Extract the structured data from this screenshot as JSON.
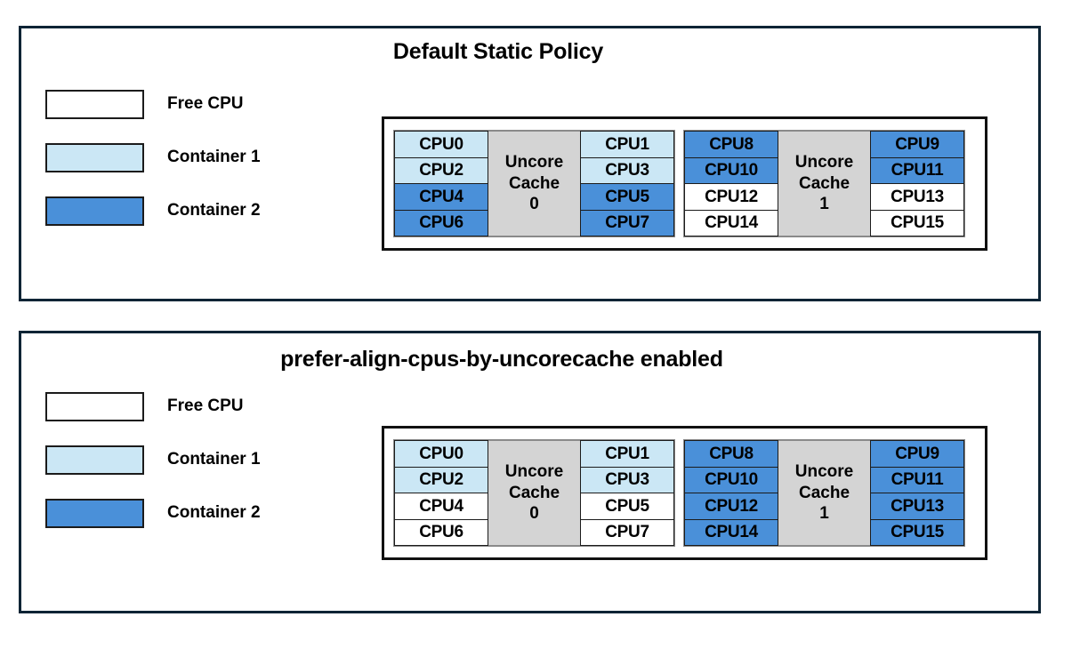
{
  "legend": {
    "items": [
      {
        "label": "Free CPU",
        "state": "free",
        "color": "#ffffff"
      },
      {
        "label": "Container 1",
        "state": "c1",
        "color": "#cbe7f5"
      },
      {
        "label": "Container 2",
        "state": "c2",
        "color": "#4a90d9"
      }
    ]
  },
  "colors": {
    "panel_border": "#0d2435",
    "diagram_border": "#111111",
    "cache_fill": "#d4d4d4",
    "cell_border": "#1b1b1b",
    "free": "#ffffff",
    "container_1": "#cbe7f5",
    "container_2": "#4a90d9"
  },
  "panels": [
    {
      "title": "Default Static Policy",
      "groups": [
        {
          "cache_line_1": "Uncore",
          "cache_line_2": "Cache",
          "cache_index": "0",
          "left_column": [
            {
              "label": "CPU0",
              "state": "c1"
            },
            {
              "label": "CPU2",
              "state": "c1"
            },
            {
              "label": "CPU4",
              "state": "c2"
            },
            {
              "label": "CPU6",
              "state": "c2"
            }
          ],
          "right_column": [
            {
              "label": "CPU1",
              "state": "c1"
            },
            {
              "label": "CPU3",
              "state": "c1"
            },
            {
              "label": "CPU5",
              "state": "c2"
            },
            {
              "label": "CPU7",
              "state": "c2"
            }
          ]
        },
        {
          "cache_line_1": "Uncore",
          "cache_line_2": "Cache",
          "cache_index": "1",
          "left_column": [
            {
              "label": "CPU8",
              "state": "c2"
            },
            {
              "label": "CPU10",
              "state": "c2"
            },
            {
              "label": "CPU12",
              "state": "free"
            },
            {
              "label": "CPU14",
              "state": "free"
            }
          ],
          "right_column": [
            {
              "label": "CPU9",
              "state": "c2"
            },
            {
              "label": "CPU11",
              "state": "c2"
            },
            {
              "label": "CPU13",
              "state": "free"
            },
            {
              "label": "CPU15",
              "state": "free"
            }
          ]
        }
      ]
    },
    {
      "title": "prefer-align-cpus-by-uncorecache enabled",
      "groups": [
        {
          "cache_line_1": "Uncore",
          "cache_line_2": "Cache",
          "cache_index": "0",
          "left_column": [
            {
              "label": "CPU0",
              "state": "c1"
            },
            {
              "label": "CPU2",
              "state": "c1"
            },
            {
              "label": "CPU4",
              "state": "free"
            },
            {
              "label": "CPU6",
              "state": "free"
            }
          ],
          "right_column": [
            {
              "label": "CPU1",
              "state": "c1"
            },
            {
              "label": "CPU3",
              "state": "c1"
            },
            {
              "label": "CPU5",
              "state": "free"
            },
            {
              "label": "CPU7",
              "state": "free"
            }
          ]
        },
        {
          "cache_line_1": "Uncore",
          "cache_line_2": "Cache",
          "cache_index": "1",
          "left_column": [
            {
              "label": "CPU8",
              "state": "c2"
            },
            {
              "label": "CPU10",
              "state": "c2"
            },
            {
              "label": "CPU12",
              "state": "c2"
            },
            {
              "label": "CPU14",
              "state": "c2"
            }
          ],
          "right_column": [
            {
              "label": "CPU9",
              "state": "c2"
            },
            {
              "label": "CPU11",
              "state": "c2"
            },
            {
              "label": "CPU13",
              "state": "c2"
            },
            {
              "label": "CPU15",
              "state": "c2"
            }
          ]
        }
      ]
    }
  ]
}
